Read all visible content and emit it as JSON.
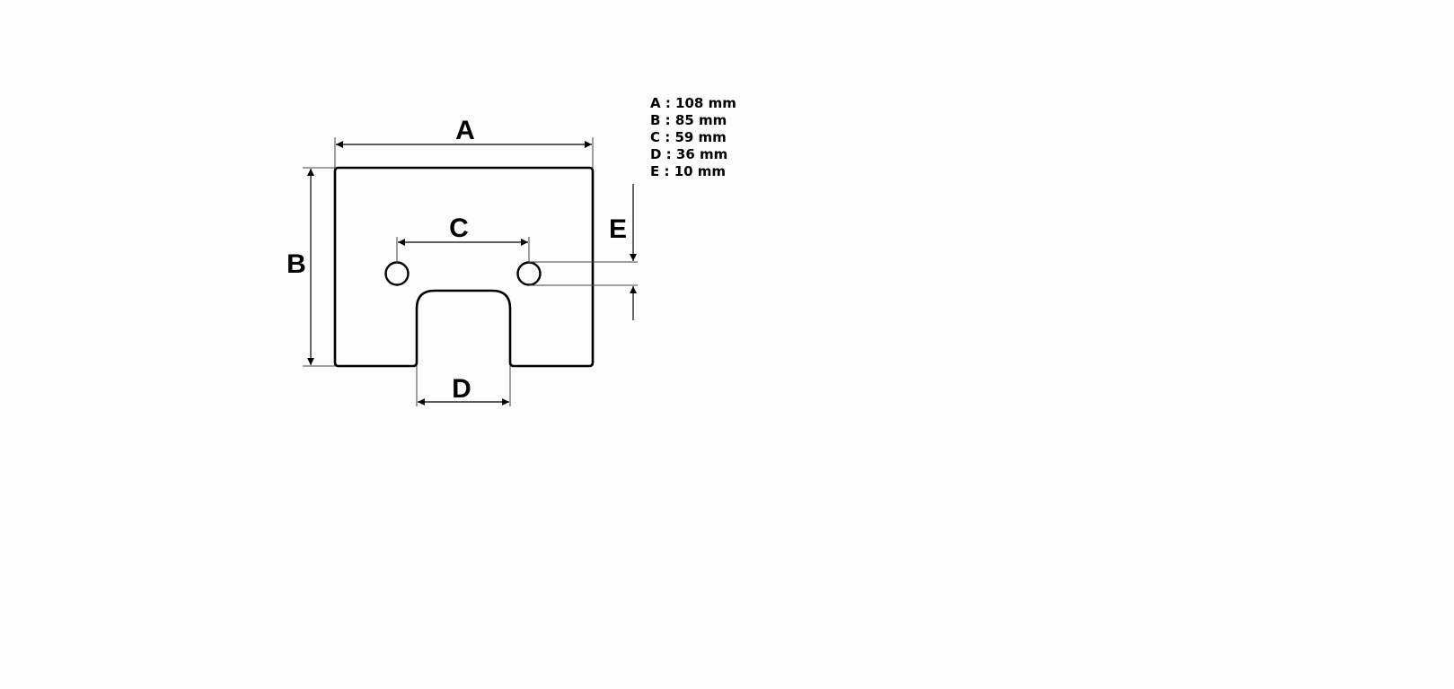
{
  "diagram": {
    "labels": {
      "a": "A",
      "b": "B",
      "c": "C",
      "d": "D",
      "e": "E"
    },
    "legend": [
      "A : 108 mm",
      "B : 85 mm",
      "C : 59 mm",
      "D : 36 mm",
      "E : 10 mm"
    ],
    "colors": {
      "line": "#000000",
      "dimension_line": "#444444",
      "background": "#fdfdfd"
    }
  }
}
